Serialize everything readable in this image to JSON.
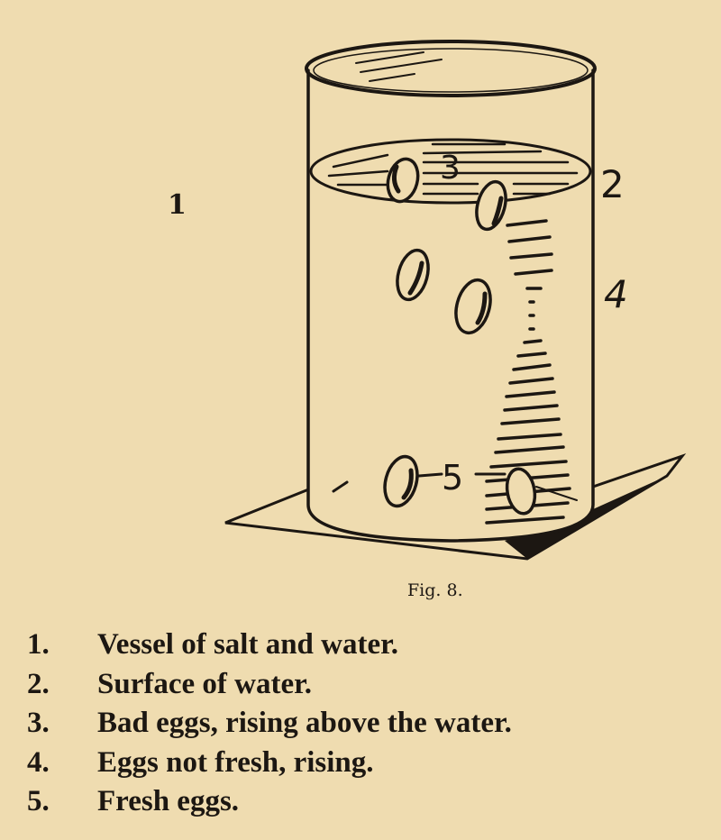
{
  "figure": {
    "labels": {
      "one": "1",
      "two": "2",
      "three": "3",
      "four": "4",
      "five": "5"
    },
    "caption": "Fig. 8."
  },
  "legend": [
    {
      "num": "1.",
      "text": "Vessel of salt and water."
    },
    {
      "num": "2.",
      "text": "Surface of water."
    },
    {
      "num": "3.",
      "text": "Bad eggs, rising above the water."
    },
    {
      "num": "4.",
      "text": "Eggs not fresh, rising."
    },
    {
      "num": "5.",
      "text": "Fresh eggs."
    }
  ]
}
